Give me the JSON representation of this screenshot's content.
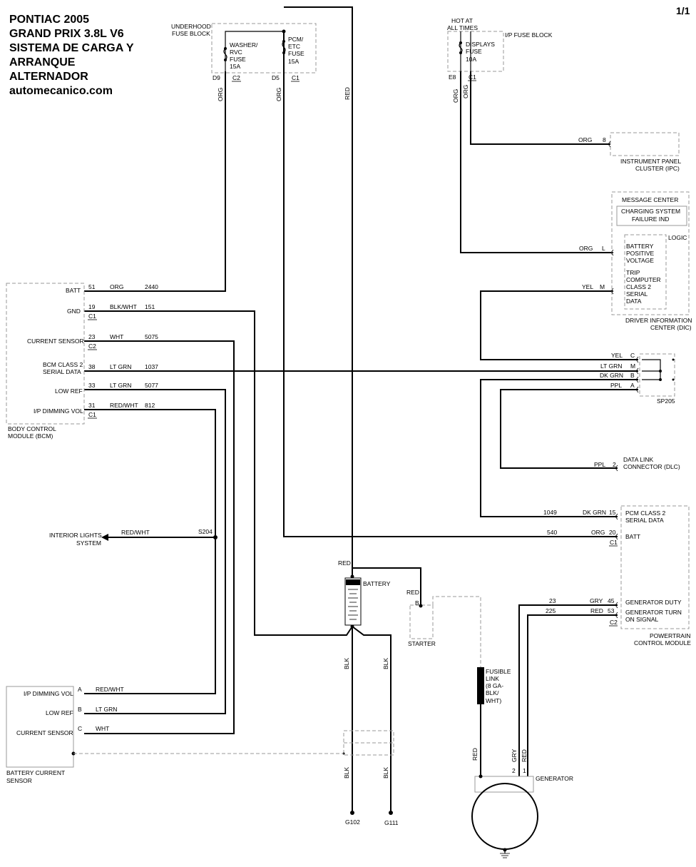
{
  "title": {
    "lines": [
      "PONTIAC 2005",
      "GRAND PRIX 3.8L V6",
      "SISTEMA DE CARGA Y",
      "ARRANQUE",
      "ALTERNADOR",
      "automecanico.com"
    ],
    "page": "1/1"
  },
  "fuse_blocks": {
    "underhood": {
      "name": [
        "UNDERHOOD",
        "FUSE BLOCK"
      ],
      "washer_fuse": [
        "WASHER/",
        "RVC",
        "FUSE",
        "15A"
      ],
      "pcm_fuse": [
        "PCM/",
        "ETC",
        "FUSE",
        "15A"
      ],
      "pins": {
        "d9": "D9",
        "c2": "C2",
        "d5": "D5",
        "c1": "C1"
      }
    },
    "ip": {
      "hot": [
        "HOT AT",
        "ALL TIMES"
      ],
      "name": "I/P FUSE BLOCK",
      "fuse": [
        "DISPLAYS",
        "FUSE",
        "10A"
      ],
      "pins": {
        "e8": "E8",
        "c1": "C1"
      }
    }
  },
  "bcm": {
    "name": [
      "BODY CONTROL",
      "MODULE (BCM)"
    ],
    "pins": [
      {
        "label": [
          "BATT"
        ],
        "pin": "51",
        "color": "ORG",
        "circuit": "2440",
        "conn": ""
      },
      {
        "label": [
          "GND"
        ],
        "pin": "19",
        "color": "BLK/WHT",
        "circuit": "151",
        "conn": "C1"
      },
      {
        "label": [
          "CURRENT SENSOR"
        ],
        "pin": "23",
        "color": "WHT",
        "circuit": "5075",
        "conn": "C2"
      },
      {
        "label": [
          "BCM CLASS 2",
          "SERIAL DATA"
        ],
        "pin": "38",
        "color": "LT GRN",
        "circuit": "1037",
        "conn": ""
      },
      {
        "label": [
          "LOW REF"
        ],
        "pin": "33",
        "color": "LT GRN",
        "circuit": "5077",
        "conn": ""
      },
      {
        "label": [
          "I/P DIMMING VOL"
        ],
        "pin": "31",
        "color": "RED/WHT",
        "circuit": "812",
        "conn": "C1"
      }
    ]
  },
  "ipc": {
    "name": [
      "INSTRUMENT PANEL",
      "CLUSTER (IPC)"
    ],
    "pin": "8",
    "color": "ORG"
  },
  "dic": {
    "message_center": "MESSAGE CENTER",
    "indicator": [
      "CHARGING SYSTEM",
      "FAILURE IND"
    ],
    "logic": "LOGIC",
    "battery": [
      "BATTERY",
      "POSITIVE",
      "VOLTAGE"
    ],
    "trip": [
      "TRIP",
      "COMPUTER",
      "CLASS 2",
      "SERIAL",
      "DATA"
    ],
    "name": [
      "DRIVER INFORMATION",
      "CENTER (DIC)"
    ],
    "pin_l": {
      "pin": "L",
      "color": "ORG"
    },
    "pin_m": {
      "pin": "M",
      "color": "YEL"
    }
  },
  "sp205": {
    "name": "SP205",
    "pins": [
      {
        "pin": "C",
        "color": "YEL"
      },
      {
        "pin": "M",
        "color": "LT GRN"
      },
      {
        "pin": "B",
        "color": "DK GRN"
      },
      {
        "pin": "A",
        "color": "PPL"
      }
    ]
  },
  "dlc": {
    "name": [
      "DATA LINK",
      "CONNECTOR (DLC)"
    ],
    "pin": "2",
    "color": "PPL"
  },
  "pcm": {
    "class2": [
      "PCM CLASS 2",
      "SERIAL DATA"
    ],
    "batt": "BATT",
    "gen_duty": "GENERATOR DUTY",
    "gen_turn": [
      "GENERATOR TURN",
      "ON SIGNAL"
    ],
    "name": [
      "POWERTRAIN",
      "CONTROL MODULE"
    ],
    "pins": [
      {
        "pin": "15",
        "color": "DK GRN",
        "circuit": "1049"
      },
      {
        "pin": "20",
        "color": "ORG",
        "circuit": "540"
      },
      {
        "pin": "45",
        "color": "GRY",
        "circuit": "23"
      },
      {
        "pin": "53",
        "color": "RED",
        "circuit": "225"
      }
    ],
    "conn_c1": "C1",
    "conn_c2": "C2"
  },
  "interior": {
    "name": [
      "INTERIOR LIGHTS",
      "SYSTEM"
    ],
    "color": "RED/WHT",
    "splice": "S204"
  },
  "battery": {
    "name": "BATTERY"
  },
  "starter": {
    "name": "STARTER",
    "pin": "B"
  },
  "fusible": {
    "name": [
      "FUSIBLE",
      "LINK",
      "(8 GA-",
      "BLK/",
      "WHT)"
    ]
  },
  "generator": {
    "name": "GENERATOR",
    "pin2": "2",
    "pin1": "1"
  },
  "bcs": {
    "name": [
      "BATTERY CURRENT",
      "SENSOR"
    ],
    "pins": [
      {
        "label": "I/P DIMMING VOL",
        "pin": "A",
        "color": "RED/WHT"
      },
      {
        "label": "LOW REF",
        "pin": "B",
        "color": "LT GRN"
      },
      {
        "label": "CURRENT SENSOR",
        "pin": "C",
        "color": "WHT"
      }
    ]
  },
  "grounds": {
    "g102": "G102",
    "g111": "G111"
  },
  "wire_colors": {
    "org": "ORG",
    "red": "RED",
    "blk": "BLK",
    "gry": "GRY"
  }
}
